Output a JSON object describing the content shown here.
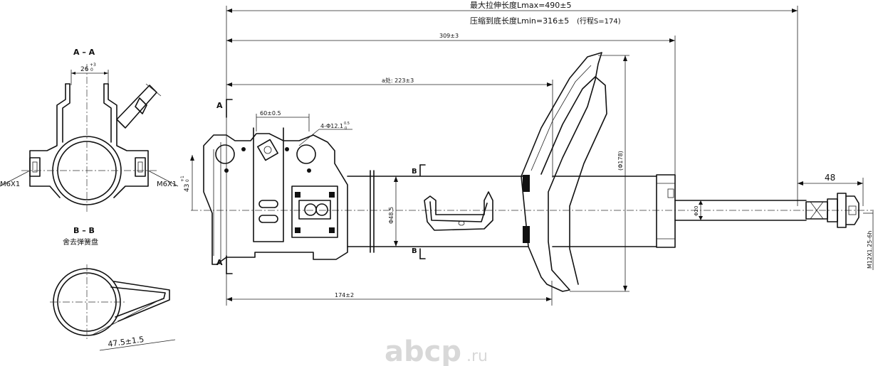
{
  "labels": {
    "section_aa": "A – A",
    "section_bb": "B – B",
    "section_bb_note": "舍去弹簧盘",
    "dim_26": "26",
    "tol_26_upper": "+3",
    "tol_26_lower": "0",
    "thread_left": "M6X1",
    "thread_right": "M6X1",
    "dim_47_5": "47.5±1.5",
    "dim_lmax": "最大拉伸长度Lmax=490±5",
    "dim_lmin": "压缩到底长度Lmin=316±5",
    "dim_stroke": "(行程S=174)",
    "dim_309": "309±3",
    "dim_223": "a处: 223±3",
    "dim_60": "60±0.5",
    "dim_holes": "4-Φ12.1",
    "holes_tol_upper": "0.5",
    "holes_tol_lower": "0",
    "dim_43": "43",
    "tol_43_upper": "+1",
    "tol_43_lower": "0",
    "dim_phi48_5": "Φ48.5",
    "dim_phi178": "(Φ178)",
    "dim_phi20": "Φ20",
    "dim_48": "48",
    "dim_m12": "M12X1.25-6h",
    "dim_174": "174±2",
    "marker_a_top": "A",
    "marker_a_bottom": "A",
    "marker_b_top": "B",
    "marker_b_bottom": "B"
  },
  "watermark": {
    "brand": "abcp",
    "tld": ".ru",
    "color": "#d8d8d8"
  }
}
